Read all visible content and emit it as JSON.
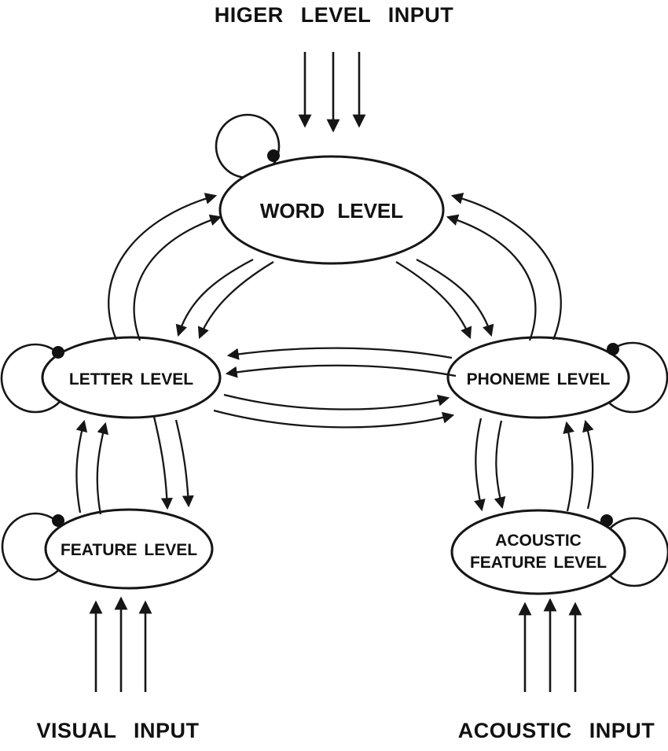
{
  "diagram": {
    "title": "Interactive activation model with visual and acoustic pathways",
    "colors": {
      "background": "#ffffff",
      "stroke": "#161616",
      "node_fill": "#ffffff",
      "text": "#111111"
    },
    "inputs": {
      "top": {
        "label": "HIGER LEVEL INPUT",
        "arrow_count": 3,
        "direction": "down"
      },
      "bottom_left": {
        "label": "VISUAL INPUT",
        "arrow_count": 3,
        "direction": "up"
      },
      "bottom_right": {
        "label": "ACOUSTIC INPUT",
        "arrow_count": 3,
        "direction": "up"
      }
    },
    "nodes": {
      "word": {
        "label": "WORD LEVEL",
        "self_loop": true
      },
      "letter": {
        "label": "LETTER LEVEL",
        "self_loop": true
      },
      "phoneme": {
        "label": "PHONEME LEVEL",
        "self_loop": true
      },
      "feature": {
        "label": "FEATURE LEVEL",
        "self_loop": true
      },
      "acoustic_feature": {
        "line1": "ACOUSTIC",
        "line2": "FEATURE LEVEL",
        "self_loop": true
      }
    },
    "edges": [
      {
        "from": "higher_level_input",
        "to": "word",
        "style": "straight-arrows",
        "count": 3
      },
      {
        "from": "letter",
        "to": "word",
        "style": "curved-arrows",
        "count": 2
      },
      {
        "from": "word",
        "to": "letter",
        "style": "curved-arrows",
        "count": 2
      },
      {
        "from": "phoneme",
        "to": "word",
        "style": "curved-arrows",
        "count": 2
      },
      {
        "from": "word",
        "to": "phoneme",
        "style": "curved-arrows",
        "count": 2
      },
      {
        "from": "phoneme",
        "to": "letter",
        "style": "curved-arrows",
        "count": 2
      },
      {
        "from": "letter",
        "to": "phoneme",
        "style": "curved-arrows",
        "count": 2
      },
      {
        "from": "feature",
        "to": "letter",
        "style": "curved-arrows",
        "count": 2
      },
      {
        "from": "letter",
        "to": "feature",
        "style": "curved-arrows",
        "count": 2
      },
      {
        "from": "acoustic_feature",
        "to": "phoneme",
        "style": "curved-arrows",
        "count": 2
      },
      {
        "from": "phoneme",
        "to": "acoustic_feature",
        "style": "curved-arrows",
        "count": 2
      },
      {
        "from": "visual_input",
        "to": "feature",
        "style": "straight-arrows",
        "count": 3
      },
      {
        "from": "acoustic_input",
        "to": "acoustic_feature",
        "style": "straight-arrows",
        "count": 3
      },
      {
        "node": "word",
        "style": "self-loop-filled-dot"
      },
      {
        "node": "letter",
        "style": "self-loop-filled-dot"
      },
      {
        "node": "phoneme",
        "style": "self-loop-filled-dot"
      },
      {
        "node": "feature",
        "style": "self-loop-filled-dot"
      },
      {
        "node": "acoustic_feature",
        "style": "self-loop-filled-dot"
      }
    ]
  }
}
